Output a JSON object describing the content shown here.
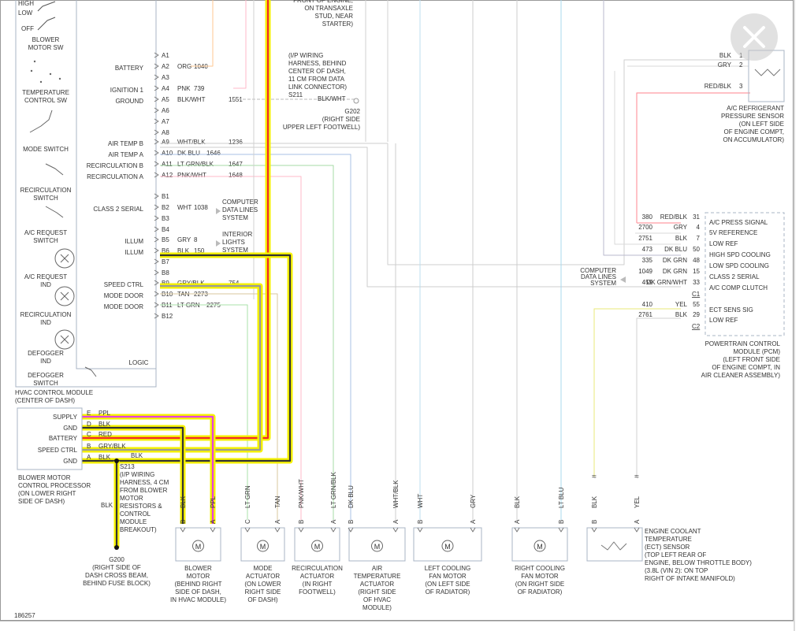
{
  "figure_id": "186257",
  "close_icon": "close-icon",
  "hvac": {
    "top_switch": [
      "HIGH",
      "LOW",
      "OFF"
    ],
    "left_labels": [
      [
        "BLOWER",
        "MOTOR SW"
      ],
      [
        "TEMPERATURE",
        "CONTROL SW"
      ],
      [
        "MODE SWITCH"
      ],
      [
        "RECIRCULATION",
        "SWITCH"
      ],
      [
        "A/C REQUEST",
        "SWITCH"
      ],
      [
        "A/C REQUEST",
        "IND"
      ],
      [
        "RECIRCULATION",
        "IND"
      ],
      [
        "DEFOGGER",
        "IND"
      ],
      [
        "DEFOGGER",
        "SWITCH"
      ]
    ],
    "logic_label": "LOGIC",
    "module_label": [
      "HVAC CONTROL MODULE",
      "(CENTER OF DASH)"
    ],
    "pins": [
      {
        "func": "",
        "pin": "A1",
        "color": "",
        "circuit": ""
      },
      {
        "func": "BATTERY",
        "pin": "A2",
        "color": "ORG",
        "circuit": "1040"
      },
      {
        "func": "",
        "pin": "A3",
        "color": "",
        "circuit": ""
      },
      {
        "func": "IGNITION 1",
        "pin": "A4",
        "color": "PNK",
        "circuit": "739"
      },
      {
        "func": "GROUND",
        "pin": "A5",
        "color": "BLK/WHT",
        "circuit": "1551"
      },
      {
        "func": "",
        "pin": "A6",
        "color": "",
        "circuit": ""
      },
      {
        "func": "",
        "pin": "A7",
        "color": "",
        "circuit": ""
      },
      {
        "func": "",
        "pin": "A8",
        "color": "",
        "circuit": ""
      },
      {
        "func": "AIR TEMP B",
        "pin": "A9",
        "color": "WHT/BLK",
        "circuit": "1236"
      },
      {
        "func": "AIR TEMP A",
        "pin": "A10",
        "color": "DK BLU",
        "circuit": "1646"
      },
      {
        "func": "RECIRCULATION B",
        "pin": "A11",
        "color": "LT GRN/BLK",
        "circuit": "1647"
      },
      {
        "func": "RECIRCULATION A",
        "pin": "A12",
        "color": "PNK/WHT",
        "circuit": "1648"
      },
      {
        "func": "",
        "pin": "B1",
        "color": "",
        "circuit": ""
      },
      {
        "func": "CLASS 2 SERIAL",
        "pin": "B2",
        "color": "WHT",
        "circuit": "1038"
      },
      {
        "func": "",
        "pin": "B3",
        "color": "",
        "circuit": ""
      },
      {
        "func": "",
        "pin": "B4",
        "color": "",
        "circuit": ""
      },
      {
        "func": "ILLUM",
        "pin": "B5",
        "color": "GRY",
        "circuit": "8"
      },
      {
        "func": "ILLUM",
        "pin": "B6",
        "color": "BLK",
        "circuit": "150"
      },
      {
        "func": "",
        "pin": "B7",
        "color": "",
        "circuit": ""
      },
      {
        "func": "",
        "pin": "B8",
        "color": "",
        "circuit": ""
      },
      {
        "func": "SPEED CTRL",
        "pin": "B9",
        "color": "GRY/BLK",
        "circuit": "754"
      },
      {
        "func": "MODE DOOR",
        "pin": "B10",
        "color": "TAN",
        "circuit": "2273"
      },
      {
        "func": "MODE DOOR",
        "pin": "B11",
        "color": "LT GRN",
        "circuit": "2275"
      },
      {
        "func": "",
        "pin": "B12",
        "color": "",
        "circuit": ""
      }
    ]
  },
  "blower_cp": {
    "rows": [
      {
        "func": "SUPPLY",
        "pin": "E",
        "color": "PPL"
      },
      {
        "func": "GND",
        "pin": "D",
        "color": "BLK"
      },
      {
        "func": "BATTERY",
        "pin": "C",
        "color": "RED"
      },
      {
        "func": "SPEED CTRL",
        "pin": "B",
        "color": "GRY/BLK"
      },
      {
        "func": "GND",
        "pin": "A",
        "color": "BLK"
      }
    ],
    "label": [
      "BLOWER MOTOR",
      "CONTROL PROCESSOR",
      "(ON LOWER RIGHT",
      "SIDE OF DASH)"
    ],
    "after_a": "BLK"
  },
  "notes": {
    "top_center": [
      "FRONT OF ENGINE,",
      "ON TRANSAXLE",
      "STUD, NEAR",
      "STARTER)"
    ],
    "ip_harness": [
      "(I/P WIRING",
      "HARNESS, BEHIND",
      "CENTER OF DASH,",
      "11 CM FROM DATA",
      "LINK CONNECTOR)"
    ],
    "s211": "S211",
    "g202": [
      "G202",
      "(RIGHT SIDE",
      "UPPER LEFT FOOTWELL)"
    ],
    "computer_data_lines": [
      "COMPUTER",
      "DATA LINES",
      "SYSTEM"
    ],
    "interior_lights": [
      "INTERIOR",
      "LIGHTS",
      "SYSTEM"
    ],
    "s213": [
      "S213",
      "(I/P WIRING",
      "HARNESS, 4 CM",
      "FROM BLOWER",
      "MOTOR",
      "RESISTORS &",
      "CONTROL",
      "MODULE",
      "BREAKOUT)"
    ],
    "s213_wire": "BLK",
    "g200": [
      "G200",
      "(RIGHT SIDE OF",
      "DASH CROSS BEAM,",
      "BEHIND FUSE BLOCK)"
    ]
  },
  "ac_sensor": {
    "pins": [
      {
        "color": "BLK",
        "pin": "1"
      },
      {
        "color": "GRY",
        "pin": "2"
      },
      {
        "color": "RED/BLK",
        "pin": "3"
      }
    ],
    "label": [
      "A/C REFRIGERANT",
      "PRESSURE SENSOR",
      "(ON LEFT SIDE",
      "OF ENGINE COMPT,",
      "ON ACCUMULATOR)"
    ]
  },
  "pcm": {
    "rows": [
      {
        "circuit": "380",
        "color": "RED/BLK",
        "pin": "31",
        "func": "A/C PRESS SIGNAL"
      },
      {
        "circuit": "2700",
        "color": "GRY",
        "pin": "4",
        "func": "5V REFERENCE"
      },
      {
        "circuit": "2751",
        "color": "BLK",
        "pin": "7",
        "func": "LOW REF"
      },
      {
        "circuit": "473",
        "color": "DK BLU",
        "pin": "50",
        "func": "HIGH SPD COOLING"
      },
      {
        "circuit": "335",
        "color": "DK GRN",
        "pin": "48",
        "func": "LOW SPD COOLING"
      },
      {
        "circuit": "1049",
        "color": "DK GRN",
        "pin": "15",
        "func": "CLASS 2 SERIAL"
      },
      {
        "circuit": "459",
        "color": "DK GRN/WHT",
        "pin": "33",
        "func": "A/C COMP CLUTCH"
      },
      {
        "circuit": "410",
        "color": "YEL",
        "pin": "55",
        "func": "ECT SENS SIG"
      },
      {
        "circuit": "2761",
        "color": "BLK",
        "pin": "29",
        "func": "LOW REF"
      }
    ],
    "connectors": [
      "C1",
      "C2"
    ],
    "label": [
      "POWERTRAIN CONTROL",
      "MODULE (PCM)",
      "(LEFT FRONT SIDE",
      "OF ENGINE COMPT, IN",
      "AIR CLEANER ASSEMBLY)"
    ]
  },
  "bottom": [
    {
      "wires": [
        [
          "B",
          "BLK"
        ],
        [
          "A",
          "PPL"
        ]
      ],
      "label": [
        "BLOWER",
        "MOTOR",
        "(BEHIND RIGHT",
        "SIDE OF DASH,",
        "IN HVAC MODULE)"
      ]
    },
    {
      "wires": [
        [
          "C",
          "LT GRN"
        ],
        [
          "A",
          "TAN"
        ]
      ],
      "label": [
        "MODE",
        "ACTUATOR",
        "(ON LOWER",
        "RIGHT SIDE",
        "OF DASH)"
      ]
    },
    {
      "wires": [
        [
          "B",
          "PNK/WHT"
        ],
        [
          "A",
          "LT GRN/BLK"
        ]
      ],
      "label": [
        "RECIRCULATION",
        "ACTUATOR",
        "(IN RIGHT",
        "FOOTWELL)"
      ]
    },
    {
      "wires": [
        [
          "B",
          "DK BLU"
        ],
        [
          "A",
          "WHT/BLK"
        ]
      ],
      "label": [
        "AIR",
        "TEMPERATURE",
        "ACTUATOR",
        "(RIGHT SIDE",
        "OF HVAC",
        "MODULE)"
      ]
    },
    {
      "wires": [
        [
          "B",
          "WHT"
        ],
        [
          "A",
          "GRY"
        ]
      ],
      "label": [
        "LEFT COOLING",
        "FAN MOTOR",
        "(ON LEFT SIDE",
        "OF RADIATOR)"
      ]
    },
    {
      "wires": [
        [
          "A",
          "BLK"
        ],
        [
          "B",
          "LT BLU"
        ]
      ],
      "label": [
        "RIGHT COOLING",
        "FAN MOTOR",
        "(ON RIGHT SIDE",
        "OF RADIATOR)"
      ]
    },
    {
      "wires": [
        [
          "B",
          "BLK"
        ],
        [
          "A",
          "YEL"
        ]
      ],
      "label": [
        "ENGINE COOLANT",
        "TEMPERATURE",
        "(ECT) SENSOR",
        "(TOP LEFT REAR OF",
        "ENGINE, BELOW THROTTLE BODY)",
        "(3.8L (VIN 2): ON TOP",
        "RIGHT OF INTAKE MANIFOLD)"
      ]
    }
  ]
}
